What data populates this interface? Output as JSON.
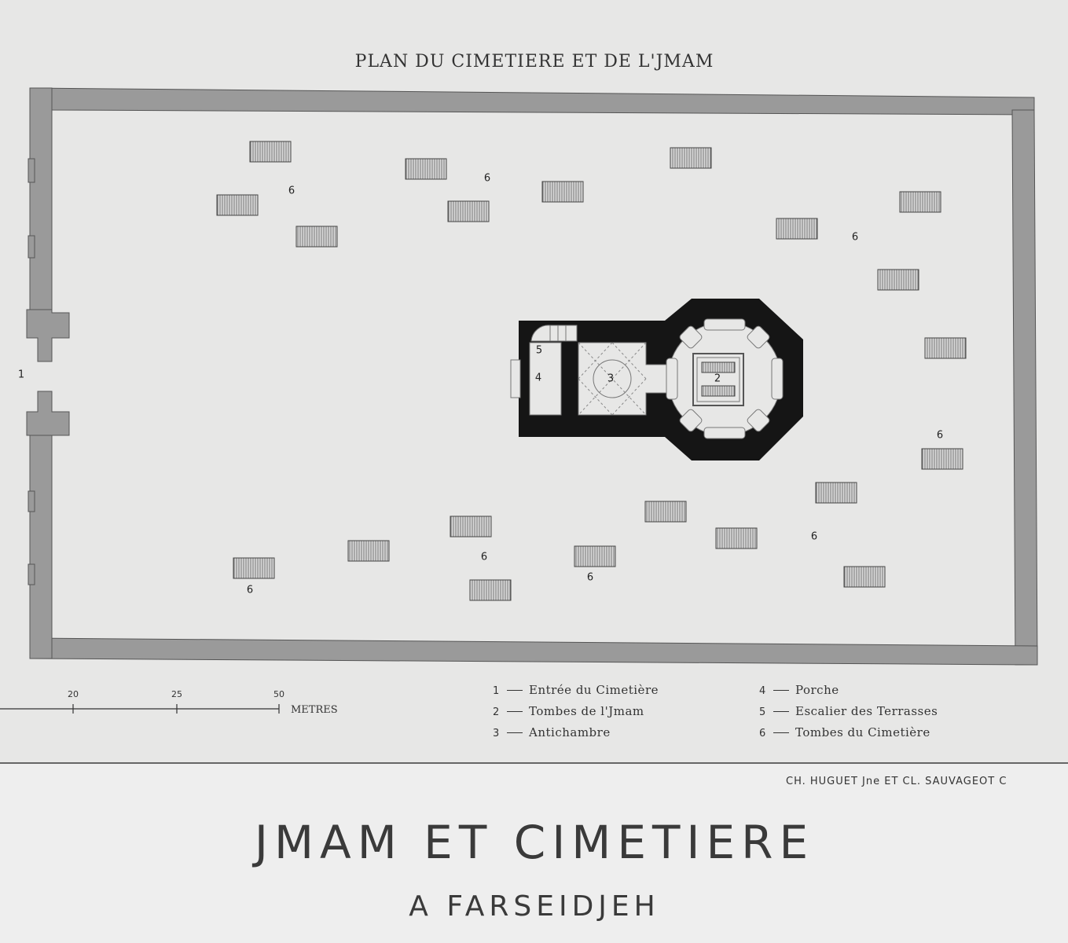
{
  "plan_title": "PLAN DU CIMETIERE ET DE L'JMAM",
  "markers": {
    "entrance": "1",
    "tombs_imam": "2",
    "antechamber": "3",
    "porch": "4",
    "stair": "5",
    "cemetery_tombs": "6"
  },
  "scale": {
    "ticks": [
      "20",
      "25",
      "50"
    ],
    "unit": "METRES"
  },
  "legend": [
    {
      "num": "1",
      "label": "Entrée du Cimetière"
    },
    {
      "num": "2",
      "label": "Tombes de l'Jmam"
    },
    {
      "num": "3",
      "label": "Antichambre"
    },
    {
      "num": "4",
      "label": "Porche"
    },
    {
      "num": "5",
      "label": "Escalier des Terrasses"
    },
    {
      "num": "6",
      "label": "Tombes du Cimetière"
    }
  ],
  "credit": "CH. HUGUET Jne ET CL. SAUVAGEOT C",
  "main_title": "JMAM ET CIMETIERE",
  "sub_title": "A FARSEIDJEH",
  "colors": {
    "wall": "#9a9a9a",
    "building": "#151515",
    "paper": "#e7e7e6"
  }
}
